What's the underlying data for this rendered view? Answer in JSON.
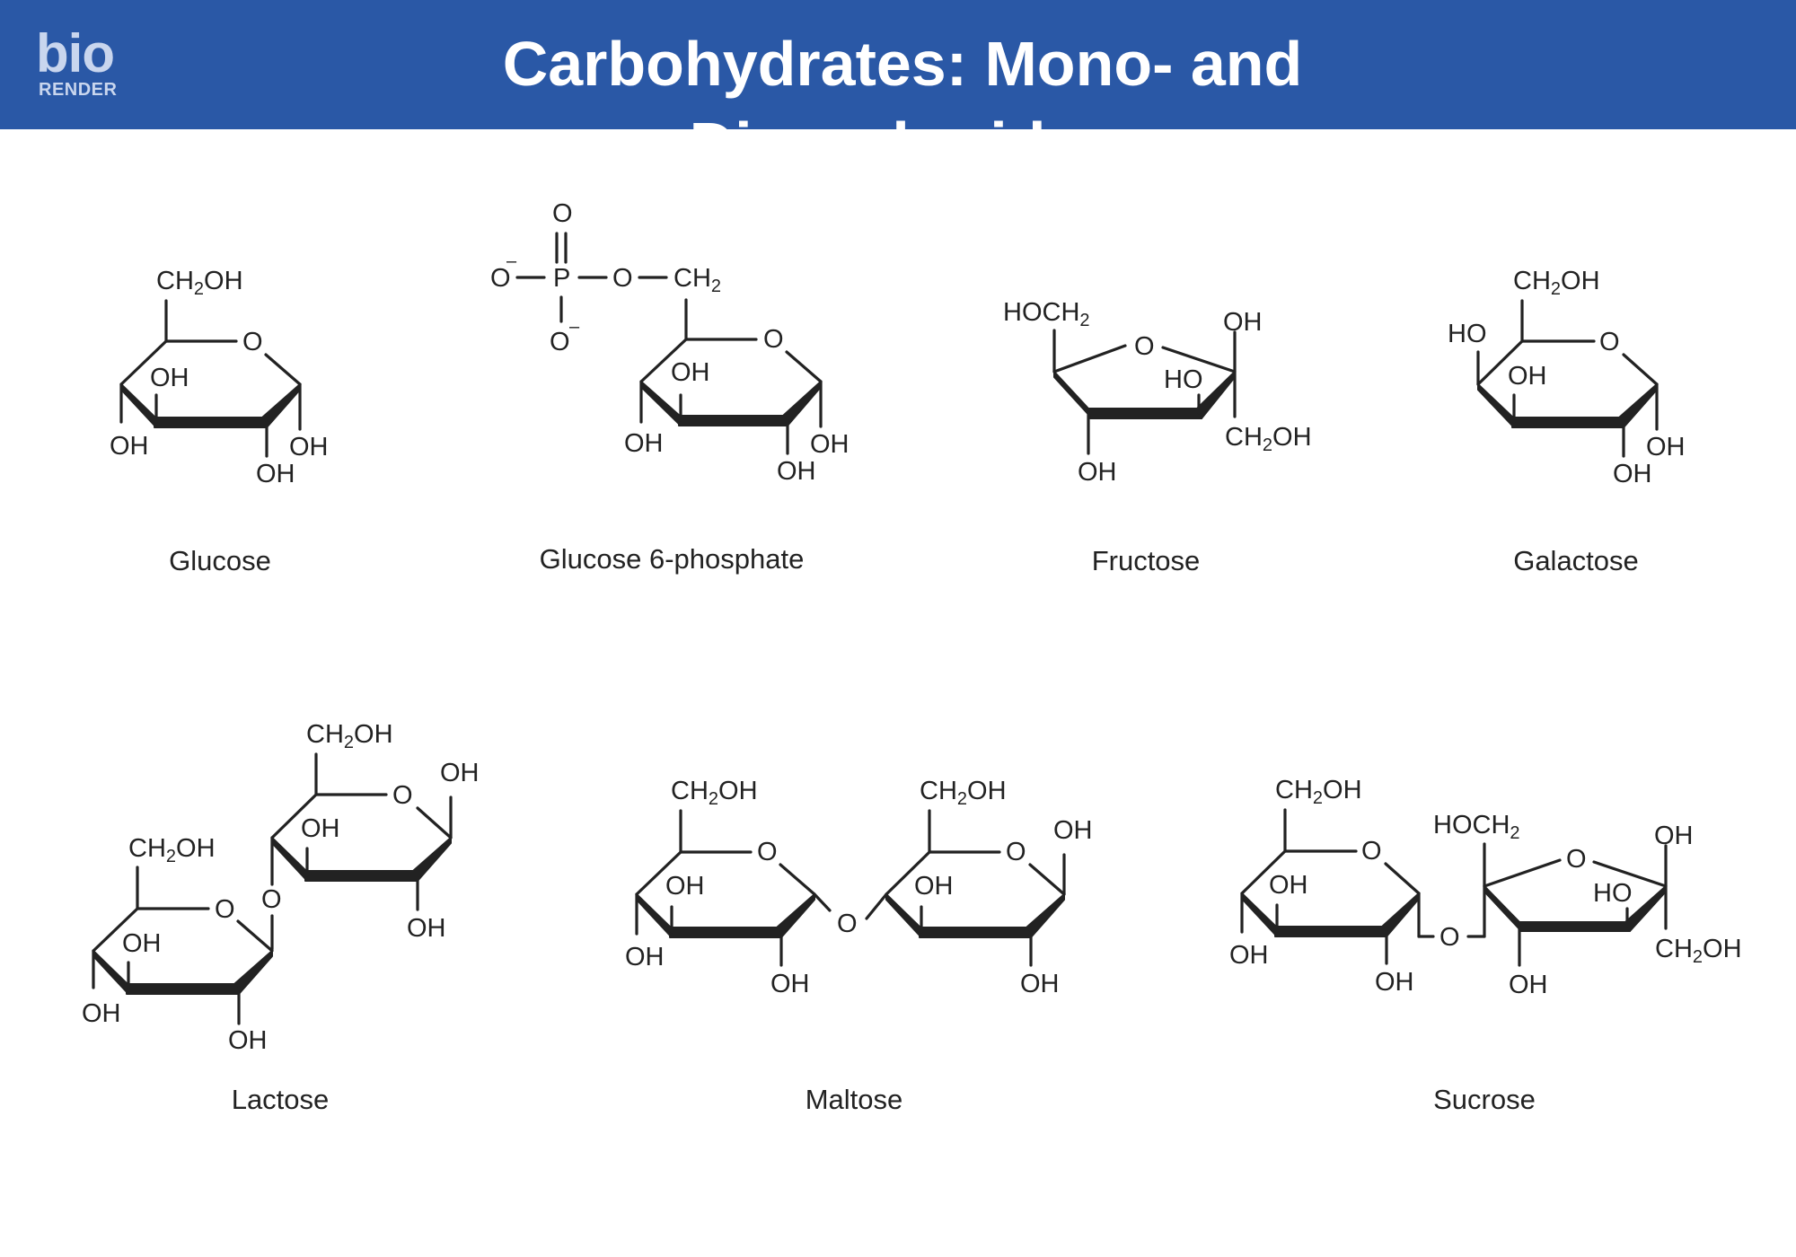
{
  "header": {
    "logo_main": "bio",
    "logo_sub": "RENDER",
    "title": "Carbohydrates: Mono- and Disaccharides"
  },
  "colors": {
    "header_bg": "#2a58a6",
    "logo": "#c9d6ee",
    "text": "#222222",
    "background": "#ffffff"
  },
  "molecules": {
    "glucose": {
      "name": "Glucose",
      "ch2oh": "CH",
      "ch2oh_sub": "2",
      "ch2oh_end": "OH",
      "ring_o": "O",
      "oh_in": "OH",
      "oh_left": "OH",
      "oh_bottom": "OH",
      "oh_right": "OH"
    },
    "g6p": {
      "name": "Glucose 6-phosphate",
      "o_top": "O",
      "o_left": "O",
      "o_left_charge": "–",
      "p": "P",
      "o_bridge": "O",
      "o_bottom": "O",
      "o_bottom_charge": "–",
      "ch2": "CH",
      "ch2_sub": "2",
      "ring_o": "O",
      "oh_in": "OH",
      "oh_left": "OH",
      "oh_bottom": "OH",
      "oh_right": "OH"
    },
    "fructose": {
      "name": "Fructose",
      "hoch2": "HOCH",
      "hoch2_sub": "2",
      "ring_o": "O",
      "oh_top": "OH",
      "ho_in": "HO",
      "ch2oh": "CH",
      "ch2oh_sub": "2",
      "ch2oh_end": "OH",
      "oh_bottom": "OH"
    },
    "galactose": {
      "name": "Galactose",
      "ch2oh": "CH",
      "ch2oh_sub": "2",
      "ch2oh_end": "OH",
      "ho_top": "HO",
      "ring_o": "O",
      "oh_in": "OH",
      "oh_bottom": "OH",
      "oh_right": "OH"
    },
    "lactose": {
      "name": "Lactose",
      "upper_ch2oh": "CH",
      "upper_ch2oh_sub": "2",
      "upper_ch2oh_end": "OH",
      "upper_ring_o": "O",
      "upper_oh_right": "OH",
      "upper_oh_in": "OH",
      "upper_oh_bottom": "OH",
      "link_o": "O",
      "lower_ch2oh": "CH",
      "lower_ch2oh_sub": "2",
      "lower_ch2oh_end": "OH",
      "lower_ring_o": "O",
      "lower_oh_in": "OH",
      "lower_oh_left": "OH",
      "lower_oh_bottom": "OH"
    },
    "maltose": {
      "name": "Maltose",
      "left_ch2oh": "CH",
      "left_ch2oh_sub": "2",
      "left_ch2oh_end": "OH",
      "left_ring_o": "O",
      "left_oh_in": "OH",
      "left_oh_left": "OH",
      "left_oh_bottom": "OH",
      "link_o": "O",
      "right_ch2oh": "CH",
      "right_ch2oh_sub": "2",
      "right_ch2oh_end": "OH",
      "right_ring_o": "O",
      "right_oh_top": "OH",
      "right_oh_in": "OH",
      "right_oh_bottom": "OH"
    },
    "sucrose": {
      "name": "Sucrose",
      "glc_ch2oh": "CH",
      "glc_ch2oh_sub": "2",
      "glc_ch2oh_end": "OH",
      "glc_ring_o": "O",
      "glc_oh_in": "OH",
      "glc_oh_left": "OH",
      "glc_oh_bottom": "OH",
      "link_o": "O",
      "fru_hoch2": "HOCH",
      "fru_hoch2_sub": "2",
      "fru_ring_o": "O",
      "fru_oh_top": "OH",
      "fru_ho_in": "HO",
      "fru_ch2oh": "CH",
      "fru_ch2oh_sub": "2",
      "fru_ch2oh_end": "OH",
      "fru_oh_bottom": "OH"
    }
  }
}
